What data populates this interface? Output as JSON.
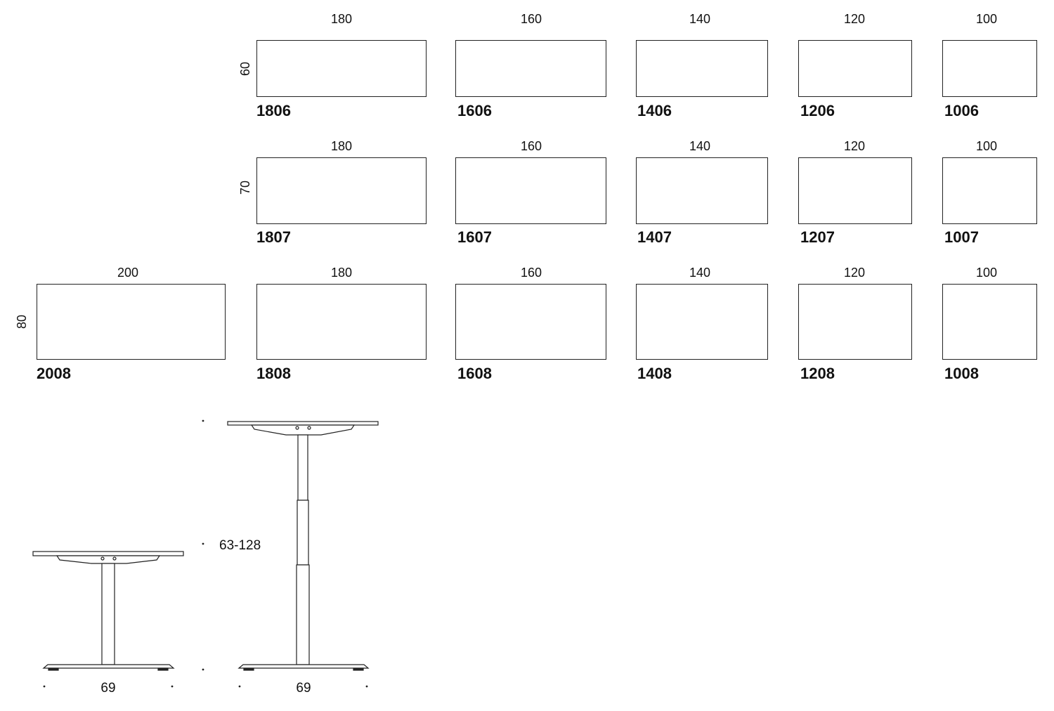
{
  "rows": [
    {
      "depth": "60",
      "tables": [
        {
          "width": "180",
          "code": "1806"
        },
        {
          "width": "160",
          "code": "1606"
        },
        {
          "width": "140",
          "code": "1406"
        },
        {
          "width": "120",
          "code": "1206"
        },
        {
          "width": "100",
          "code": "1006"
        }
      ]
    },
    {
      "depth": "70",
      "tables": [
        {
          "width": "180",
          "code": "1807"
        },
        {
          "width": "160",
          "code": "1607"
        },
        {
          "width": "140",
          "code": "1407"
        },
        {
          "width": "120",
          "code": "1207"
        },
        {
          "width": "100",
          "code": "1007"
        }
      ]
    },
    {
      "depth": "80",
      "tables": [
        {
          "width": "200",
          "code": "2008"
        },
        {
          "width": "180",
          "code": "1808"
        },
        {
          "width": "160",
          "code": "1608"
        },
        {
          "width": "140",
          "code": "1408"
        },
        {
          "width": "120",
          "code": "1208"
        },
        {
          "width": "100",
          "code": "1008"
        }
      ]
    }
  ],
  "side_views": {
    "height_range": "63-128",
    "low_base_width": "69",
    "high_base_width": "69"
  },
  "colors": {
    "line": "#222222",
    "text": "#111111"
  }
}
